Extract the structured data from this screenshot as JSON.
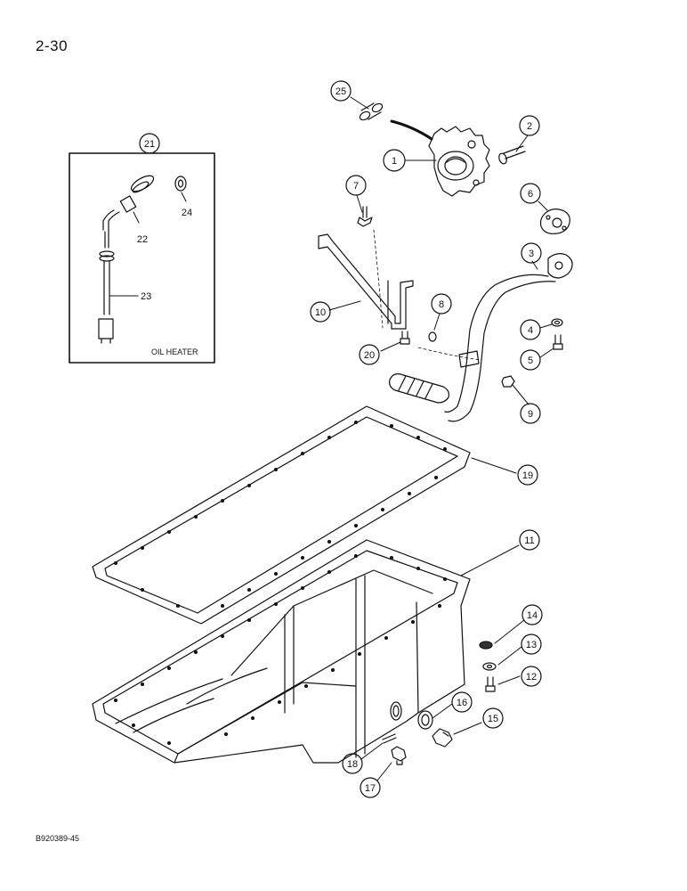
{
  "page_number": "2-30",
  "figure_code": "B920389-45",
  "inset": {
    "caption": "OIL HEATER"
  },
  "callouts": {
    "c1": "1",
    "c2": "2",
    "c3": "3",
    "c4": "4",
    "c5": "5",
    "c6": "6",
    "c7": "7",
    "c8": "8",
    "c9": "9",
    "c10": "10",
    "c11": "11",
    "c12": "12",
    "c13": "13",
    "c14": "14",
    "c15": "15",
    "c16": "16",
    "c17": "17",
    "c18": "18",
    "c19": "19",
    "c20": "20",
    "c21": "21",
    "c22": "22",
    "c23": "23",
    "c24": "24",
    "c25": "25"
  }
}
